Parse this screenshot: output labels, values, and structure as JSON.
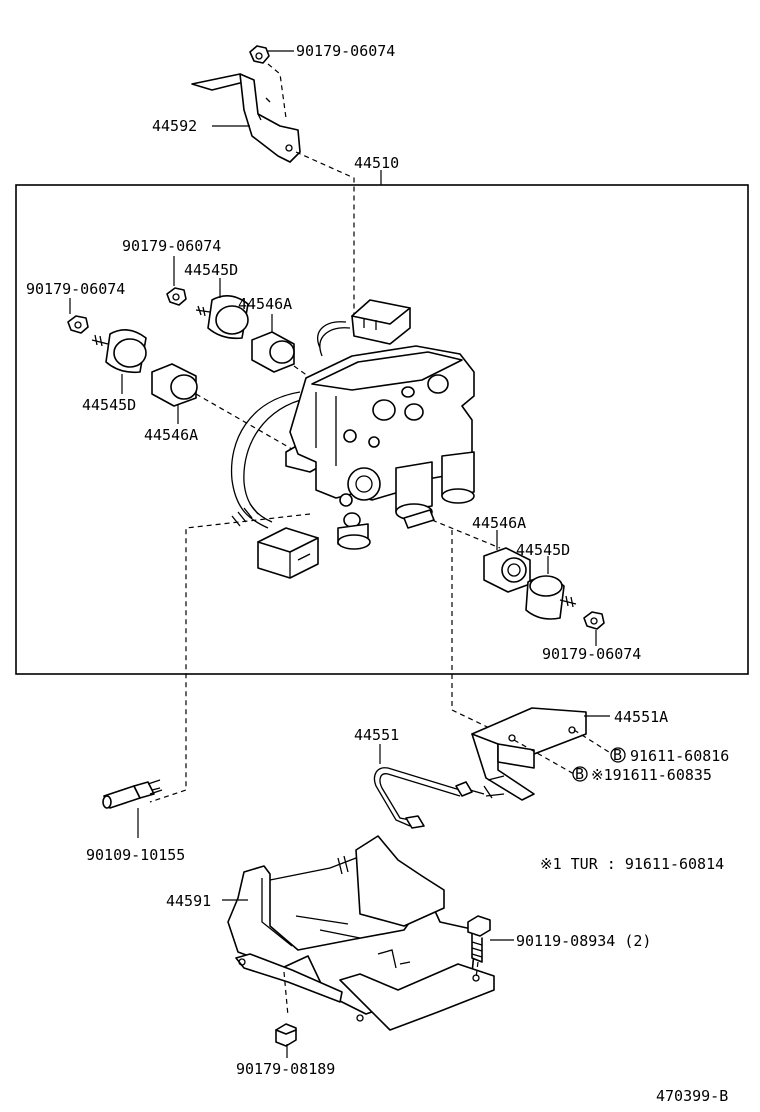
{
  "labels": {
    "nut_top": "90179-06074",
    "bracket_top": "44592",
    "actuator": "44510",
    "nut_left_upper": "90179-06074",
    "nut_left": "90179-06074",
    "solenoid_d_upper": "44545D",
    "spacer_a_upper": "44546A",
    "solenoid_d_left": "44545D",
    "spacer_a_left": "44546A",
    "spacer_a_right": "44546A",
    "solenoid_d_right": "44545D",
    "nut_right": "90179-06074",
    "bracket_right": "44551A",
    "pipe": "44551",
    "bolt_b1": "91611-60816",
    "bolt_b2": "※191611-60835",
    "sensor": "90109-10155",
    "note": "※1 TUR : 91611-60814",
    "bracket_bottom": "44591",
    "bolt_bottom": "90119-08934 (2)",
    "clip_bottom": "90179-08189",
    "figure_id": "470399-B"
  },
  "markers": {
    "circle_b": "B"
  }
}
